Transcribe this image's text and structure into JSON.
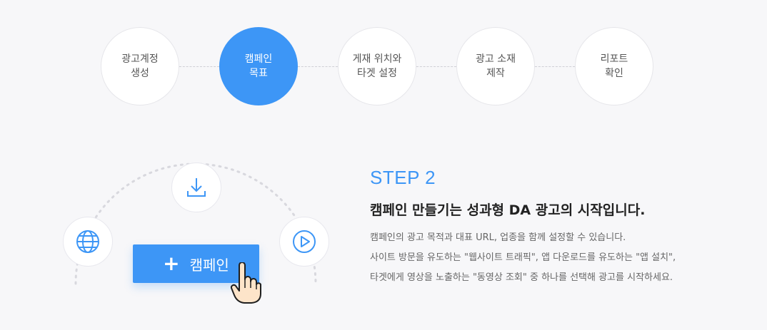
{
  "steps": [
    {
      "label": "광고계정\n생성",
      "active": false
    },
    {
      "label": "캠페인\n목표",
      "active": true
    },
    {
      "label": "게재 위치와\n타겟 설정",
      "active": false
    },
    {
      "label": "광고 소재\n제작",
      "active": false
    },
    {
      "label": "리포트\n확인",
      "active": false
    }
  ],
  "illustration": {
    "icons": [
      "download-icon",
      "globe-icon",
      "play-icon"
    ],
    "button_label": "캠페인",
    "button_plus": "+"
  },
  "content": {
    "step_label": "STEP 2",
    "headline": "캠페인 만들기는 성과형 DA 광고의 시작입니다.",
    "desc": [
      "캠페인의 광고 목적과 대표 URL, 업종을 함께 설정할 수 있습니다.",
      "사이트 방문을 유도하는 \"웹사이트 트래픽\", 앱 다운로드를 유도하는 \"앱 설치\",",
      "타겟에게 영상을 노출하는 \"동영상 조회\" 중 하나를 선택해 광고를 시작하세요."
    ]
  },
  "colors": {
    "accent": "#3d96f6",
    "background": "#f7f7f9"
  }
}
